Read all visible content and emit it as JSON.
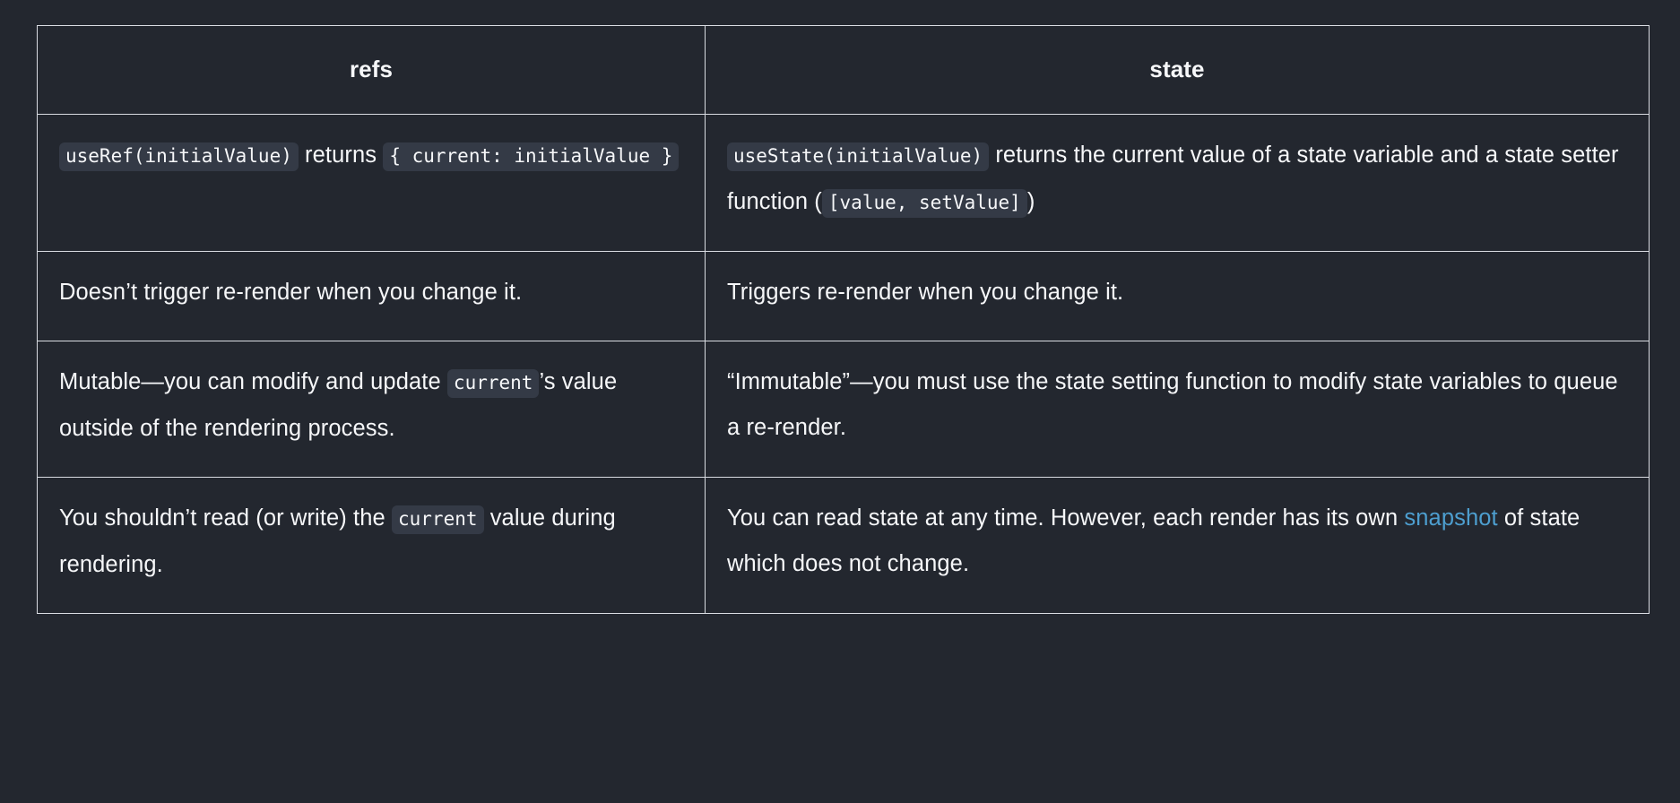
{
  "theme": {
    "page_background": "#23272f",
    "cell_background": "#23272f",
    "border_color": "#d9dce2",
    "text_color": "#f6f7f9",
    "code_chip_background": "#343a46",
    "link_color": "#4d9ecf"
  },
  "table": {
    "name": "refs-vs-state-comparison-table",
    "columns": [
      {
        "key": "refs",
        "label": "refs"
      },
      {
        "key": "state",
        "label": "state"
      }
    ],
    "rows": [
      {
        "refs": {
          "parts": [
            {
              "type": "code",
              "text": "useRef(initialValue)"
            },
            {
              "type": "text",
              "text": " returns "
            },
            {
              "type": "code",
              "text": "{ current: initialValue }"
            }
          ],
          "plain": "useRef(initialValue) returns { current: initialValue }"
        },
        "state": {
          "parts": [
            {
              "type": "code",
              "text": "useState(initialValue)"
            },
            {
              "type": "text",
              "text": " returns the current value of a state variable and a state setter function ("
            },
            {
              "type": "code",
              "text": "[value, setValue]"
            },
            {
              "type": "text",
              "text": ")"
            }
          ],
          "plain": "useState(initialValue) returns the current value of a state variable and a state setter function ([value, setValue])"
        }
      },
      {
        "refs": {
          "parts": [
            {
              "type": "text",
              "text": "Doesn’t trigger re-render when you change it."
            }
          ],
          "plain": "Doesn’t trigger re-render when you change it."
        },
        "state": {
          "parts": [
            {
              "type": "text",
              "text": "Triggers re-render when you change it."
            }
          ],
          "plain": "Triggers re-render when you change it."
        }
      },
      {
        "refs": {
          "parts": [
            {
              "type": "text",
              "text": "Mutable—you can modify and update "
            },
            {
              "type": "code",
              "text": "current"
            },
            {
              "type": "text",
              "text": "’s value outside of the rendering process."
            }
          ],
          "plain": "Mutable—you can modify and update current’s value outside of the rendering process."
        },
        "state": {
          "parts": [
            {
              "type": "text",
              "text": "“Immutable”—you must use the state setting function to modify state variables to queue a re-render."
            }
          ],
          "plain": "“Immutable”—you must use the state setting function to modify state variables to queue a re-render."
        }
      },
      {
        "refs": {
          "parts": [
            {
              "type": "text",
              "text": "You shouldn’t read (or write) the "
            },
            {
              "type": "code",
              "text": "current"
            },
            {
              "type": "text",
              "text": " value during rendering."
            }
          ],
          "plain": "You shouldn’t read (or write) the current value during rendering."
        },
        "state": {
          "parts": [
            {
              "type": "text",
              "text": "You can read state at any time. However, each render has its own "
            },
            {
              "type": "link",
              "text": "snapshot"
            },
            {
              "type": "text",
              "text": " of state which does not change."
            }
          ],
          "plain": "You can read state at any time. However, each render has its own snapshot of state which does not change."
        }
      }
    ]
  },
  "cells": {
    "r0c0": {
      "code1": "useRef(initialValue)",
      "t1": " returns ",
      "code2": "{ current: initialValue }"
    },
    "r0c1": {
      "code1": "useState(initialValue)",
      "t1": " returns the current value of a state variable and a state setter function (",
      "code2": "[value, setValue]",
      "t2": ")"
    },
    "r1c0": {
      "t1": "Doesn’t trigger re-render when you change it."
    },
    "r1c1": {
      "t1": "Triggers re-render when you change it."
    },
    "r2c0": {
      "t1": "Mutable—you can modify and update ",
      "code1": "current",
      "t2": "’s value outside of the rendering process."
    },
    "r2c1": {
      "t1": "“Immutable”—you must use the state setting function to modify state variables to queue a re-render."
    },
    "r3c0": {
      "t1": "You shouldn’t read (or write) the ",
      "code1": "current",
      "t2": " value during rendering."
    },
    "r3c1": {
      "t1": "You can read state at any time. However, each render has ",
      "t2": "its own ",
      "link": "snapshot",
      "t3": " of state which does not change."
    }
  }
}
